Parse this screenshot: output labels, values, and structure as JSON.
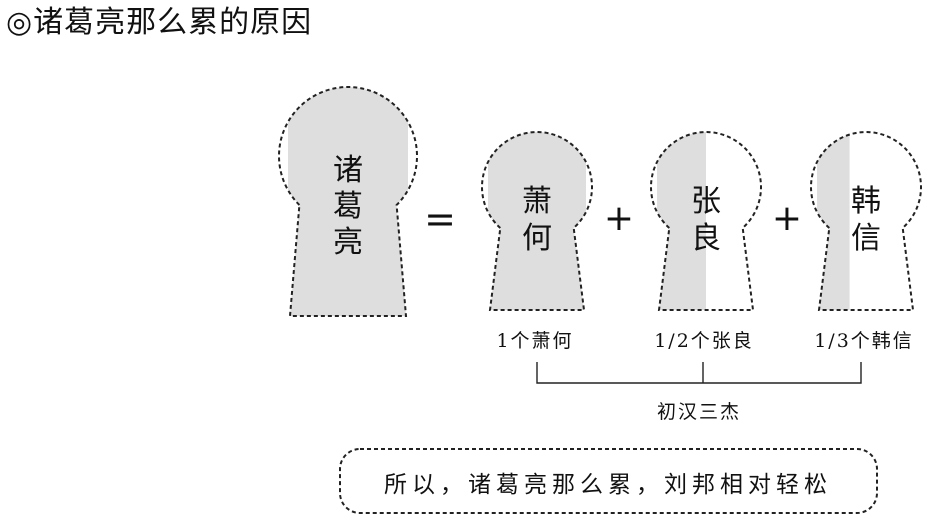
{
  "title": "◎诸葛亮那么累的原因",
  "colors": {
    "fill": "#dedede",
    "stroke": "#222222",
    "text": "#111111"
  },
  "equation": {
    "lhs": {
      "chars": [
        "诸",
        "葛",
        "亮"
      ],
      "fraction": 1
    },
    "equals": "=",
    "plus": "+",
    "terms": [
      {
        "chars": [
          "萧",
          "何"
        ],
        "fraction": 1,
        "caption": "1个萧何"
      },
      {
        "chars": [
          "张",
          "良"
        ],
        "fraction": 0.5,
        "caption": "1/2个张良"
      },
      {
        "chars": [
          "韩",
          "信"
        ],
        "fraction": 0.333,
        "caption": "1/3个韩信"
      }
    ]
  },
  "group_label": "初汉三杰",
  "summary": "所以，诸葛亮那么累，刘邦相对轻松"
}
